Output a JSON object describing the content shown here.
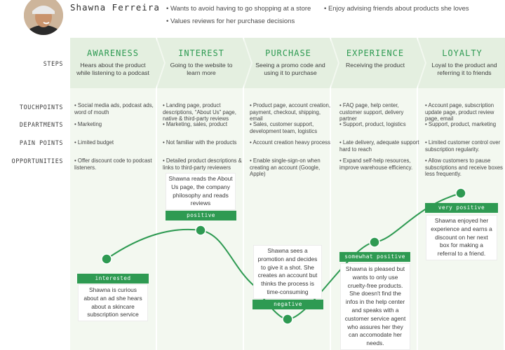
{
  "persona": {
    "name": "Shawna Ferreira",
    "bullets": [
      "• Wants to avoid having to go shopping at a store",
      "• Enjoy advising friends about products she loves",
      "• Values reviews for her purchase decisions"
    ]
  },
  "labels": {
    "steps": "STEPS",
    "touchpoints": "TOUCHPOINTS",
    "departments": "DEPARTMENTS",
    "pain_points": "PAIN POINTS",
    "opportunities": "OPPORTUNITIES"
  },
  "stages": [
    {
      "title": "AWARENESS",
      "desc": "Hears about the product while listening to a podcast",
      "touchpoints": "• Social media ads, podcast ads, word of mouth",
      "departments": "• Marketing",
      "pain_points": "• Limited budget",
      "opportunities": "• Offer discount code to podcast listeners."
    },
    {
      "title": "INTEREST",
      "desc": "Going to the website to learn more",
      "touchpoints": "• Landing page, product descriptions, “About Us” page, native & third-party reviews",
      "departments": "• Marketing, sales, product",
      "pain_points": "• Not familiar with the products",
      "opportunities": "• Detailed product descriptions & links to third-party reviewers"
    },
    {
      "title": "PURCHASE",
      "desc": "Seeing a promo code and using it to purchase",
      "touchpoints": "• Product page, account creation, payment, checkout, shipping, email",
      "departments": "• Sales, customer support, development team, logistics",
      "pain_points": "• Account creation heavy process",
      "opportunities": "• Enable single-sign-on when creating an account (Google, Apple)"
    },
    {
      "title": "EXPERIENCE",
      "desc": "Receiving the product",
      "touchpoints": "• FAQ page, help center, customer support, delivery partner",
      "departments": "• Support, product, logistics",
      "pain_points": "• Late delivery, adequate support hard to reach",
      "opportunities": "• Expand self-help resources, improve warehouse efficiency."
    },
    {
      "title": "LOYALTY",
      "desc": "Loyal to the product and referring it to friends",
      "touchpoints": "• Account page, subscription update page, product review page, email",
      "departments": "• Support, product, marketing",
      "pain_points": "• Limited customer control over subscription regularity.",
      "opportunities": "• Allow customers to pause subscriptions and receive boxes less frequently."
    }
  ],
  "emotions": [
    {
      "tag": "interested",
      "text": "Shawna is curious about an ad she hears about a skincare subscription service"
    },
    {
      "tag": "positive",
      "text": "Shawna reads the About Us page, the company philosophy and reads reviews"
    },
    {
      "tag": "negative",
      "text": "Shawna sees a promotion and decides to give it a shot. She creates an account but thinks the process is time-consuming"
    },
    {
      "tag": "somewhat positive",
      "text": "Shawna is pleased but wants to only use cruelty-free products. She doesn't find the infos in the help center and speaks with a customer service agent who assures her they can accomodate her needs."
    },
    {
      "tag": "very positive",
      "text": "Shawna enjoyed her experience and earns a discount on her next box for making a referral to a friend."
    }
  ],
  "colors": {
    "accent": "#2e9a52",
    "column_light": "#f1f7ee",
    "column_dark": "#e3efdf"
  }
}
